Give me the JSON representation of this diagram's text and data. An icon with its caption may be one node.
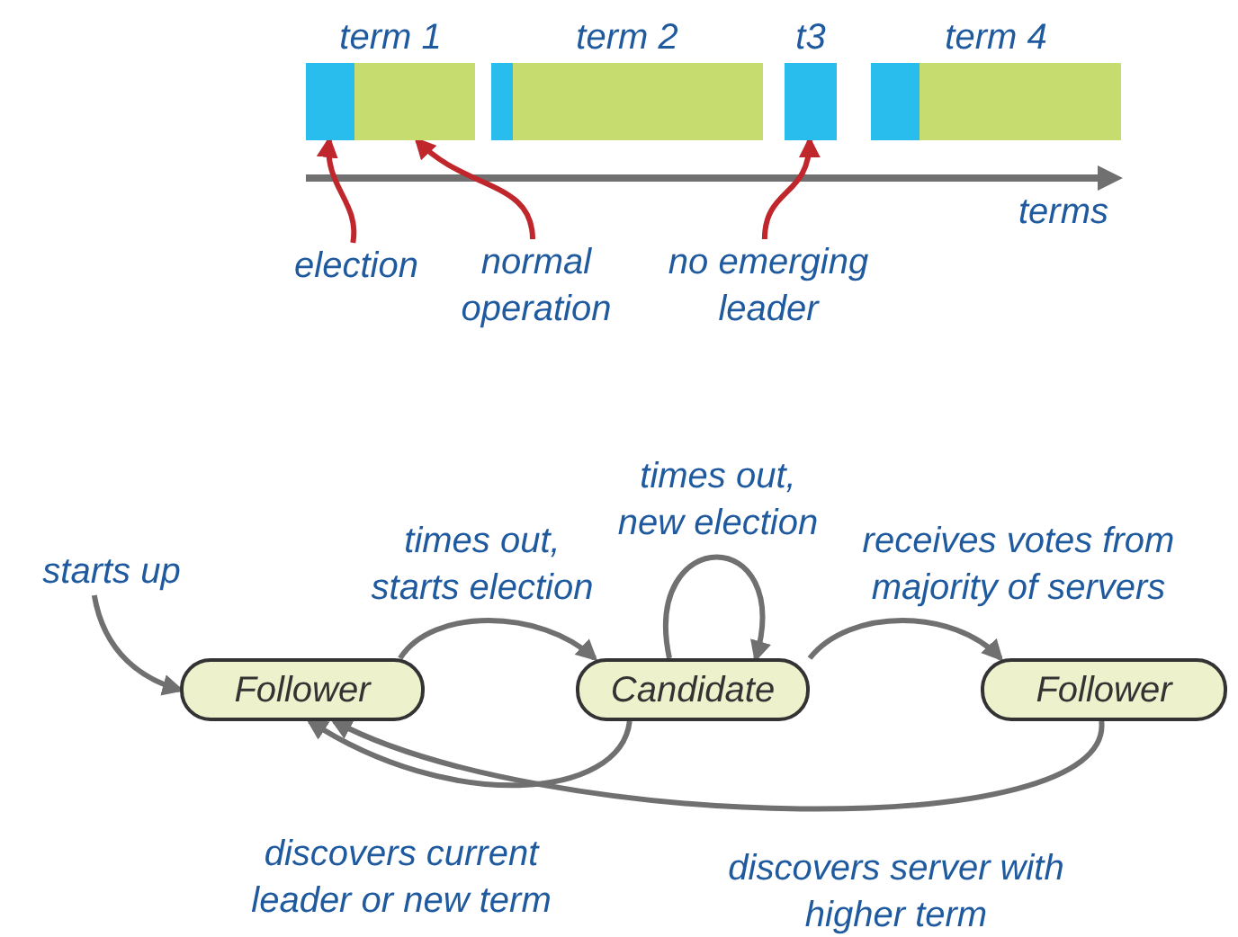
{
  "diagram": {
    "nodes": [
      {
        "text": [
          "term 1"
        ]
      },
      {
        "text": [],
        "shape": "bar",
        "in": 0
      },
      {
        "text": [],
        "shape": "bar",
        "in": 0
      },
      {
        "text": [
          "term 2"
        ]
      },
      {
        "text": [],
        "shape": "bar",
        "in": 3
      },
      {
        "text": [],
        "shape": "bar",
        "in": 3
      },
      {
        "text": [
          "t3"
        ]
      },
      {
        "text": [
          "term 4"
        ]
      },
      {
        "text": [],
        "shape": "bar",
        "in": 7
      },
      {
        "text": [],
        "shape": "bar",
        "in": 7
      },
      {
        "text": [
          "election"
        ]
      },
      {
        "text": [
          "normal operation"
        ]
      },
      {
        "text": [
          "no emerging leader"
        ]
      },
      {
        "text": [
          "starts up"
        ]
      },
      {
        "text": [
          "Follower"
        ]
      },
      {
        "text": [
          "Candidate"
        ]
      },
      {
        "text": [
          "Follower"
        ]
      }
    ],
    "edges": [
      {
        "from": 10,
        "to": 1,
        "arrow": "to",
        "color": "#c0272d"
      },
      {
        "from": 11,
        "to": 2,
        "arrow": "to",
        "color": "#c0272d"
      },
      {
        "from": 12,
        "to": 6,
        "arrow": "to",
        "color": "#c0272d"
      },
      {
        "from": 13,
        "to": 14,
        "arrow": "to"
      },
      {
        "from": 14,
        "to": 15,
        "arrow": "to",
        "label": "times out, starts election"
      },
      {
        "from": 15,
        "to": 15,
        "arrow": "to",
        "label": "times out, new election"
      },
      {
        "from": 15,
        "to": 16,
        "arrow": "to",
        "label": "receives votes from majority of servers"
      },
      {
        "from": 15,
        "to": 14,
        "arrow": "to",
        "label": "discovers current leader or new term"
      },
      {
        "from": 16,
        "to": 14,
        "arrow": "to",
        "label": "discovers server with higher term"
      }
    ],
    "labels": [
      "terms"
    ]
  }
}
